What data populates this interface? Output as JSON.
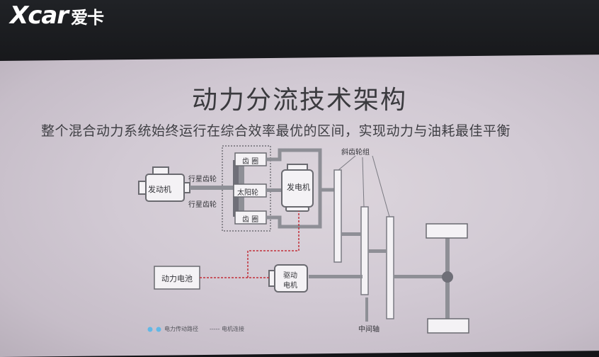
{
  "watermark": {
    "logo_latin": "Xcar",
    "logo_cn": "爱卡"
  },
  "slide": {
    "title": "动力分流技术架构",
    "subtitle": "整个混合动力系统始终运行在综合效率最优的区间，实现动力与油耗最佳平衡"
  },
  "diagram": {
    "engine": "发动机",
    "planet_gear_top": "行星齿轮",
    "planet_gear_bottom": "行星齿轮",
    "ring_gear_top": "齿 圈",
    "ring_gear_bottom": "齿 圈",
    "sun_gear": "太阳轮",
    "generator": "发电机",
    "helical_gear_set": "斜齿轮组",
    "battery": "动力电池",
    "drive_motor_line1": "驱动",
    "drive_motor_line2": "电机",
    "intermediate_shaft": "中间轴"
  },
  "legend": {
    "power_path": "电力传动路径",
    "motor_connection": "----- 电机连接"
  },
  "colors": {
    "box_fill": "#f4f2f5",
    "box_stroke": "#6a6a70",
    "shaft": "#8e8f96",
    "gear_dark": "#6f6f78",
    "electric_link": "#c2303a",
    "legend_dot": "#62b8e6"
  }
}
